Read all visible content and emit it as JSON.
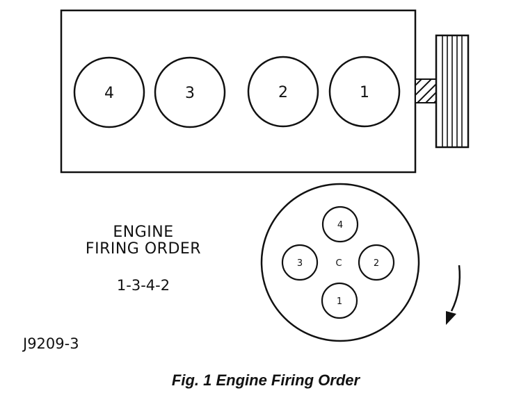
{
  "engine_block": {
    "cylinders": [
      {
        "label": "4"
      },
      {
        "label": "3"
      },
      {
        "label": "2"
      },
      {
        "label": "1"
      }
    ]
  },
  "distributor": {
    "center_label": "C",
    "terminals": [
      {
        "label": "4",
        "position": "top"
      },
      {
        "label": "3",
        "position": "left"
      },
      {
        "label": "2",
        "position": "right"
      },
      {
        "label": "1",
        "position": "bottom"
      }
    ],
    "rotation": "clockwise"
  },
  "firing_order": {
    "title_line1": "ENGINE",
    "title_line2": "FIRING ORDER",
    "sequence": "1-3-4-2"
  },
  "figure_code": "J9209-3",
  "caption": "Fig. 1 Engine Firing Order"
}
